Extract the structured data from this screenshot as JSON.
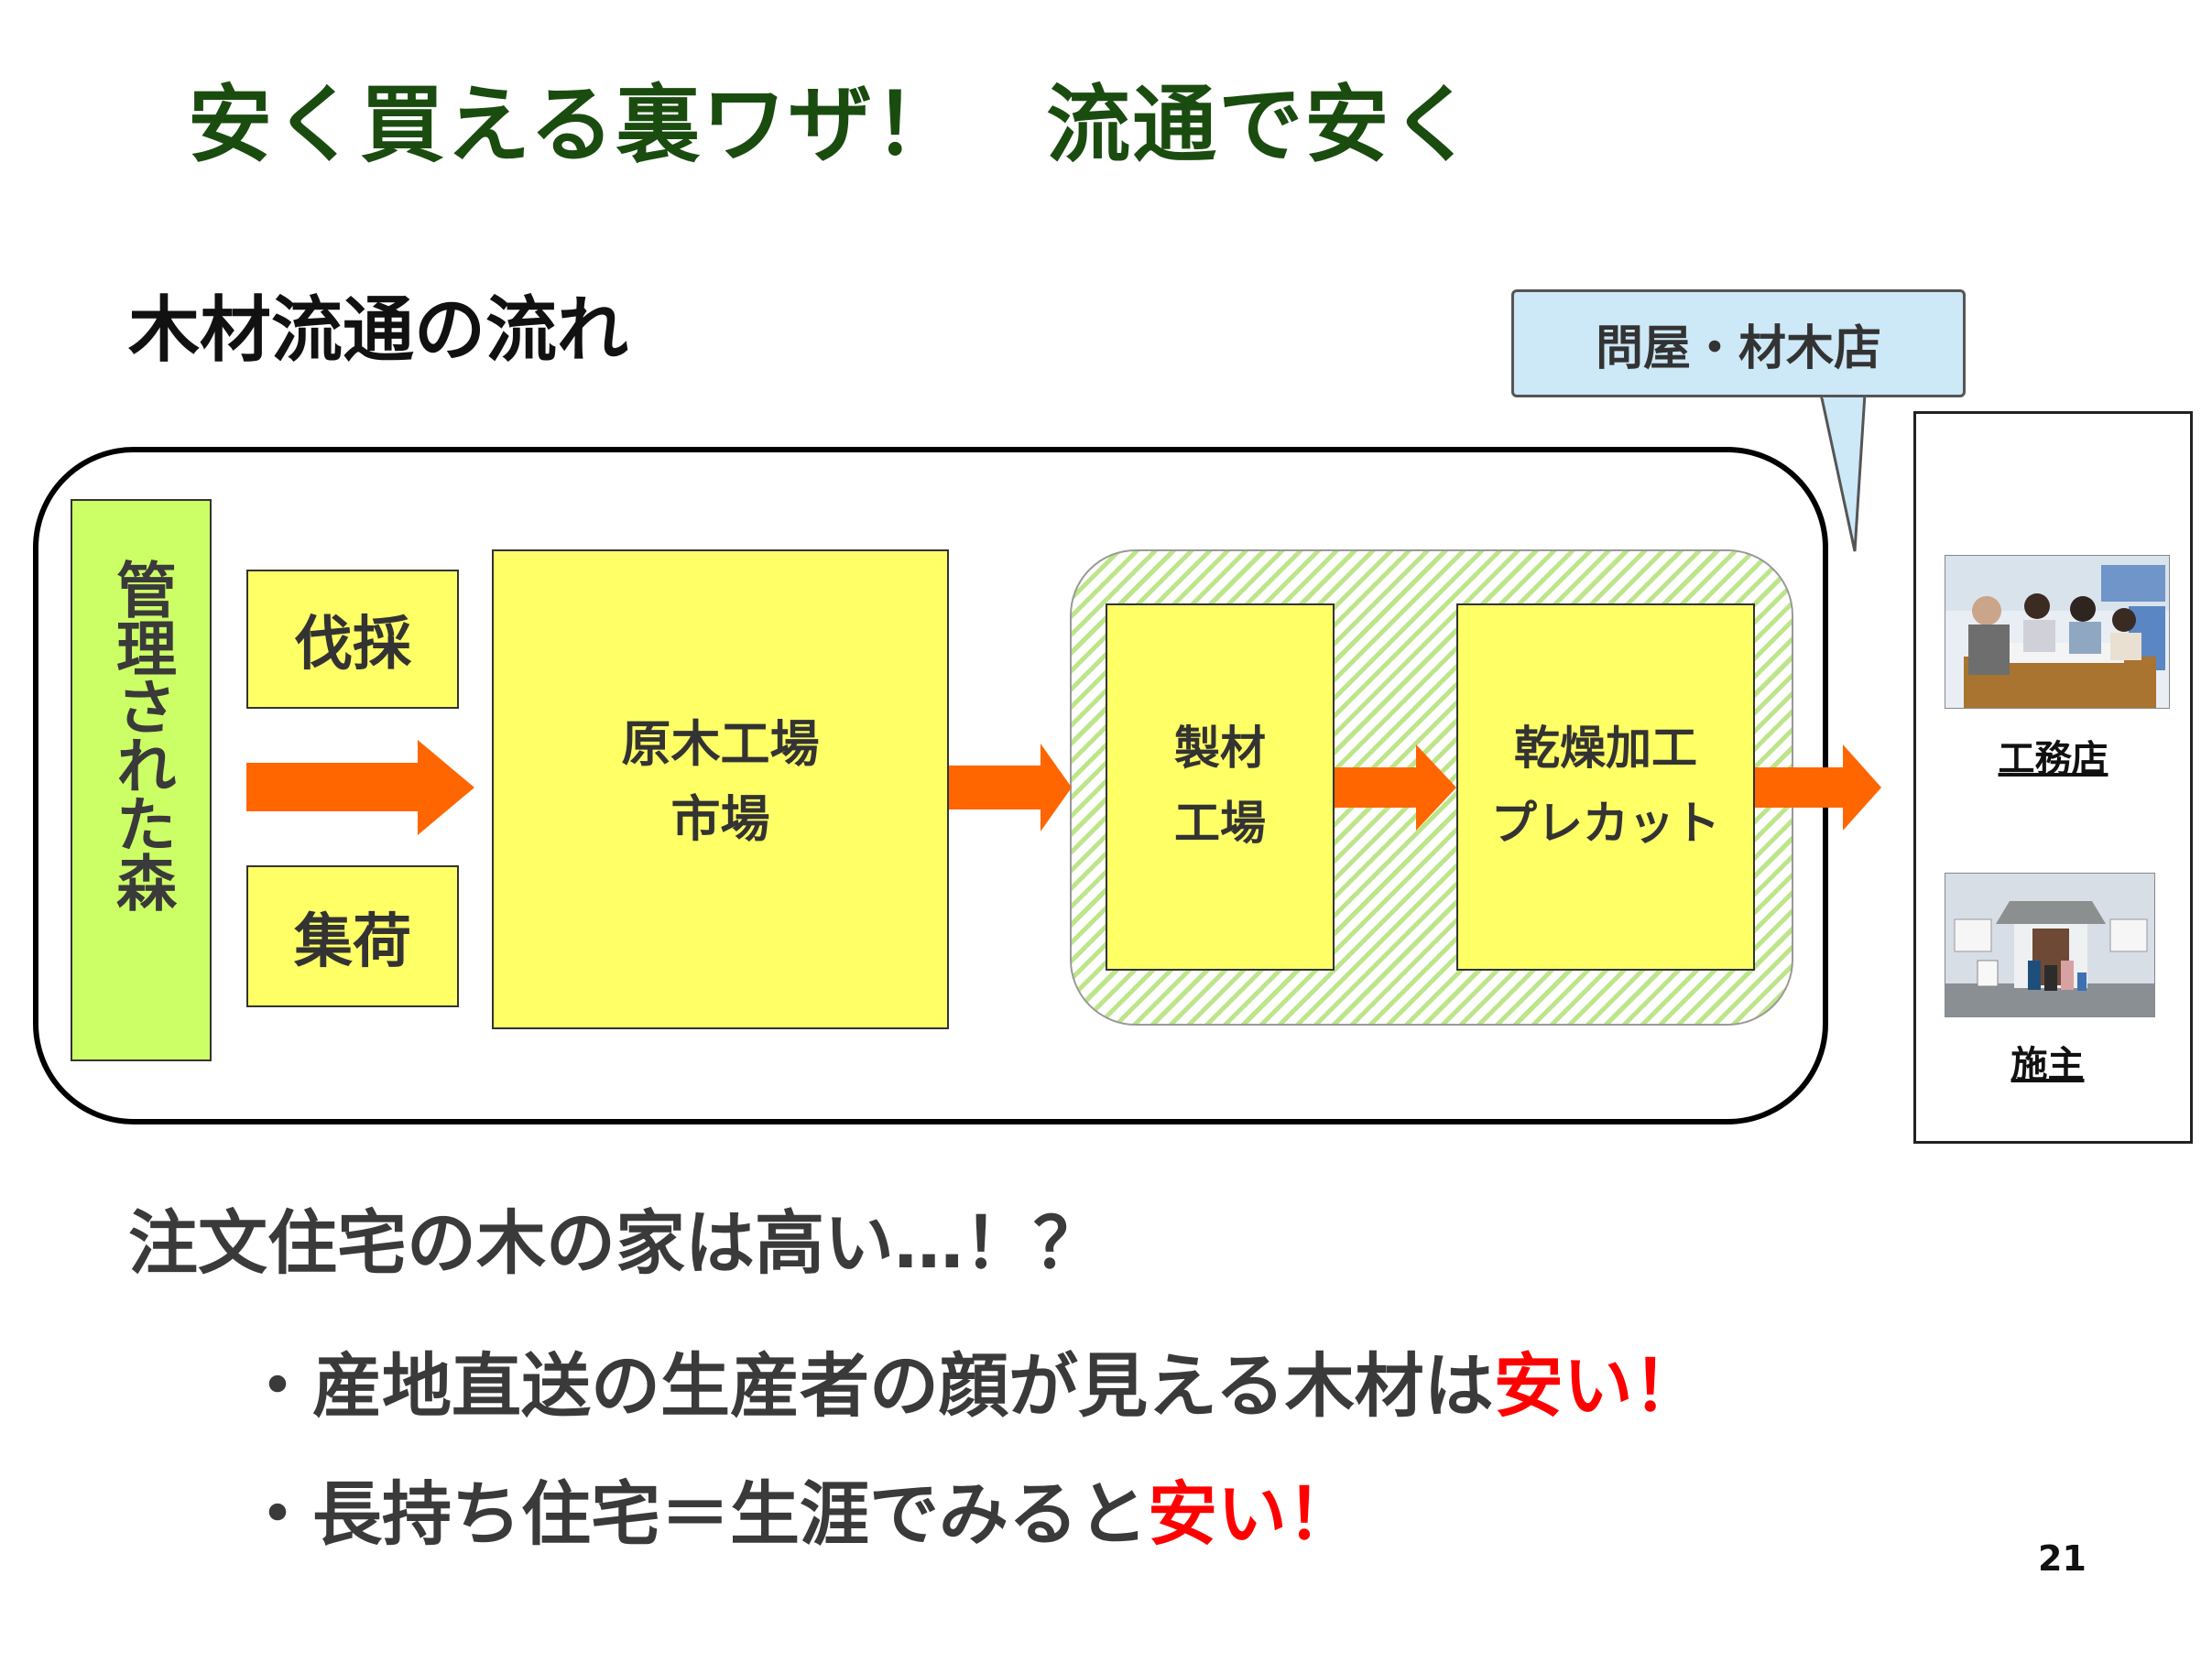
{
  "slide": {
    "title": "安く買える裏ワザ！　流通で安く",
    "subtitle": "木材流通の流れ",
    "page_number": "21"
  },
  "flow": {
    "forest": "管理された森",
    "felling": "伐採",
    "collection": "集荷",
    "market": "原木工場\n市場",
    "sawmill": "製材\n工場",
    "precut": "乾燥加工\nプレカット",
    "callout": "問屋・材木店"
  },
  "right_panel": {
    "builder_label": "工務店",
    "client_label": "施主"
  },
  "body": {
    "question": "注文住宅の木の家は高い…！？",
    "bullet1_prefix": "・産地直送の生産者の顔が見える木材は",
    "bullet1_highlight": "安い！",
    "bullet2_prefix": "・長持ち住宅＝生涯でみると",
    "bullet2_highlight": "安い！"
  },
  "colors": {
    "title_green": "#1a4c0f",
    "box_yellow": "#ffff66",
    "forest_green": "#ccff66",
    "arrow_orange": "#ff6600",
    "callout_blue": "#cde8f7",
    "highlight_red": "#ff0000"
  }
}
